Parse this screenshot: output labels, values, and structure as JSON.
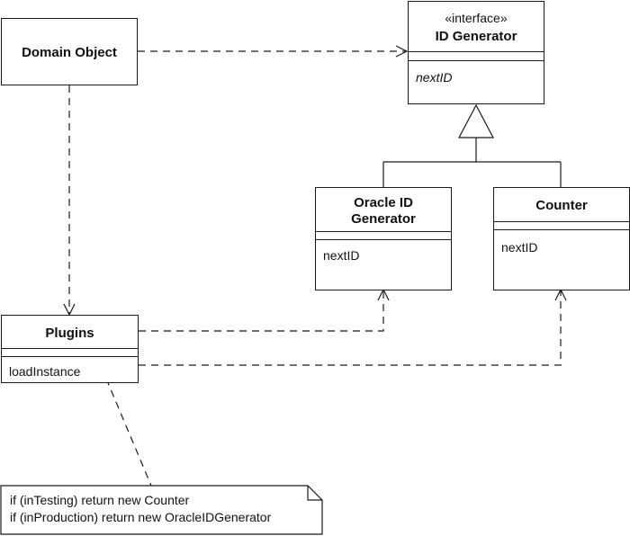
{
  "classes": {
    "domain_object": {
      "name": "Domain Object"
    },
    "id_generator": {
      "stereotype": "«interface»",
      "name": "ID Generator",
      "operation": "nextID"
    },
    "oracle_id_generator": {
      "name_line1": "Oracle ID",
      "name_line2": "Generator",
      "operation": "nextID"
    },
    "counter": {
      "name": "Counter",
      "operation": "nextID"
    },
    "plugins": {
      "name": "Plugins",
      "operation": "loadInstance"
    }
  },
  "note": {
    "line1": "if (inTesting) return new Counter",
    "line2": "if (inProduction) return new OracleIDGenerator"
  },
  "colors": {
    "line": "#1a1a1a",
    "background": "#ffffff"
  }
}
